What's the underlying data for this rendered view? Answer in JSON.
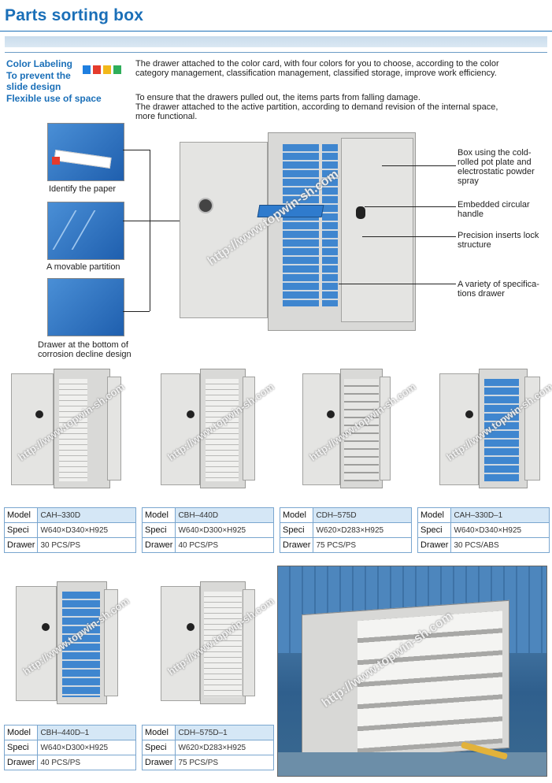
{
  "title": "Parts sorting box",
  "features": [
    {
      "label": "Color Labeling"
    },
    {
      "label": "To prevent the slide design"
    },
    {
      "label": "Flexible use of space"
    }
  ],
  "swatch_colors": [
    "#1f7fe0",
    "#e53b2c",
    "#f2b81a",
    "#2fae5a"
  ],
  "paragraphs": [
    "The drawer attached to the color card, with four colors for you to choose, according to the color category management, classification management, classified storage, improve work efficiency.",
    "To ensure that the drawers pulled out, the items parts from falling damage.",
    "The drawer attached to the active partition, according to demand revision of the internal space, more functional."
  ],
  "detail_captions": [
    "Identify the paper",
    "A movable partition",
    "Drawer at the bottom of corrosion decline design"
  ],
  "callouts": [
    "Box using the cold-rolled pot plate and electrostatic powder spray",
    "Embedded circular handle",
    "Precision inserts lock structure",
    "A variety of specifica-tions drawer"
  ],
  "watermark": "http://www.topwin-sh.com",
  "models": [
    {
      "model": "CAH–330D",
      "speci": "W640×D340×H925",
      "drawer": "30 PCS/PS"
    },
    {
      "model": "CBH–440D",
      "speci": "W640×D300×H925",
      "drawer": "40 PCS/PS"
    },
    {
      "model": "CDH–575D",
      "speci": "W620×D283×H925",
      "drawer": "75 PCS/PS"
    },
    {
      "model": "CAH–330D–1",
      "speci": "W640×D340×H925",
      "drawer": "30 PCS/ABS"
    },
    {
      "model": "CBH–440D–1",
      "speci": "W640×D300×H925",
      "drawer": "40 PCS/PS"
    },
    {
      "model": "CDH–575D–1",
      "speci": "W620×D283×H925",
      "drawer": "75 PCS/PS"
    }
  ],
  "table_keys": {
    "model": "Model",
    "speci": "Speci",
    "drawer": "Drawer"
  }
}
